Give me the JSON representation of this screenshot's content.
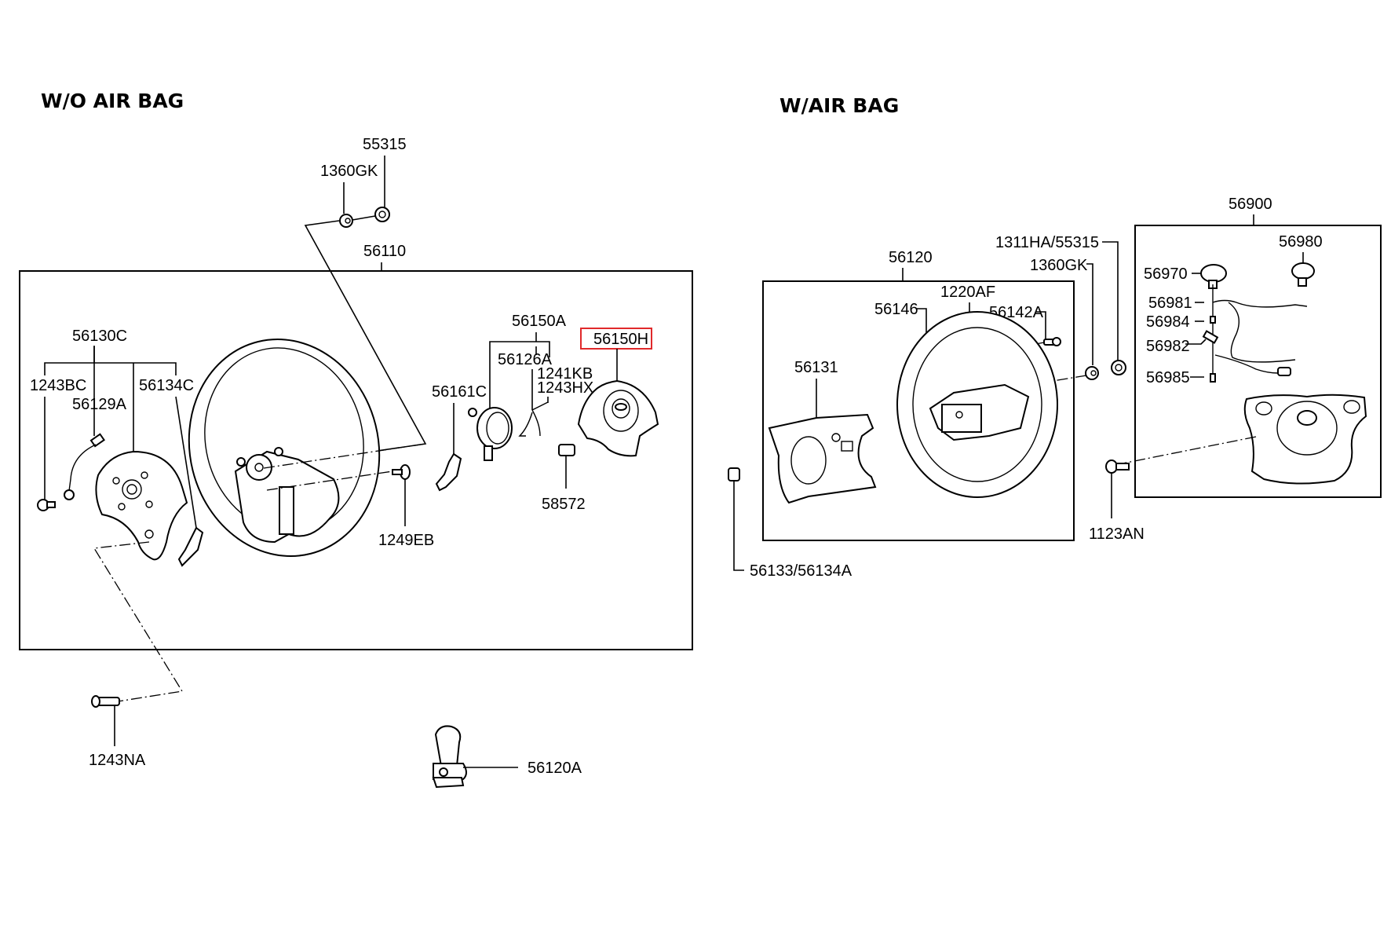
{
  "sections": {
    "without_airbag": {
      "title": "W/O AIR BAG",
      "assembly": "56110",
      "labels": {
        "p55315": "55315",
        "p1360GK": "1360GK",
        "p56110": "56110",
        "p56130C": "56130C",
        "p1243BC": "1243BC",
        "p56129A": "56129A",
        "p56134C": "56134C",
        "p56150A": "56150A",
        "p56126A": "56126A",
        "p1241KB": "1241KB",
        "p1243HX": "1243HX",
        "p56161C": "56161C",
        "p56150H": "56150H",
        "p58572": "58572",
        "p1249EB": "1249EB",
        "p1243NA": "1243NA",
        "p56120A": "56120A"
      }
    },
    "with_airbag": {
      "title": "W/AIR BAG",
      "labels": {
        "p56120": "56120",
        "p1311HA": "1311HA/55315",
        "p1360GK": "1360GK",
        "p1220AF": "1220AF",
        "p56146": "56146",
        "p56142A": "56142A",
        "p56131": "56131",
        "p56133": "56133/56134A",
        "p56900": "56900",
        "p56980": "56980",
        "p56970": "56970",
        "p56981": "56981",
        "p56984": "56984",
        "p56982": "56982",
        "p56985": "56985",
        "p1123AN": "1123AN"
      }
    }
  },
  "highlight": {
    "part": "56150H",
    "color": "#e0292b"
  }
}
